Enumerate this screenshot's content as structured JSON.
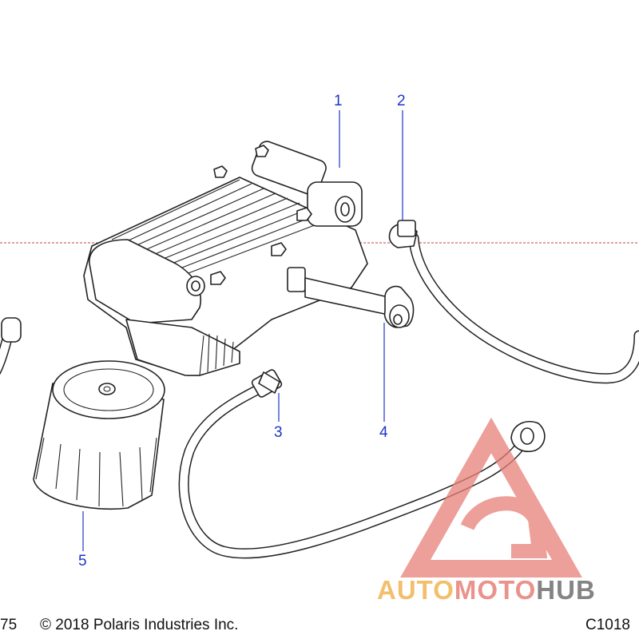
{
  "diagram": {
    "callouts": [
      "1",
      "2",
      "3",
      "4",
      "5"
    ],
    "footer": {
      "left_partial": "75",
      "copyright": "© 2018 Polaris Industries Inc.",
      "right_partial": "C1018"
    },
    "watermark": {
      "text_part1": "AUTO",
      "text_part2": "MOTO",
      "text_part3": "HUB",
      "colors": {
        "yellow": "#f0b453",
        "red": "#e77f77",
        "gray": "#6f6f6f"
      }
    },
    "colors": {
      "callout": "#1f35c9",
      "line": "#222222",
      "part_fill": "#ffffff"
    }
  }
}
